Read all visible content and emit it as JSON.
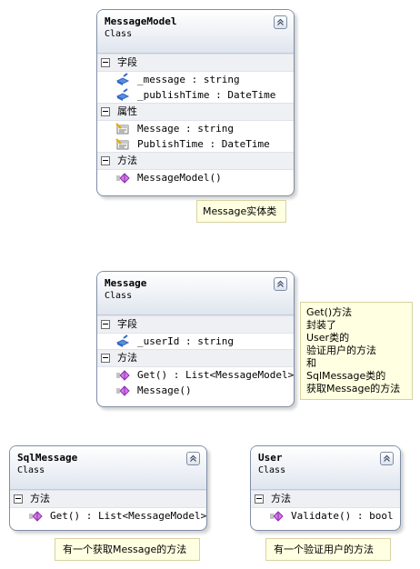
{
  "classes": {
    "messagemodel": {
      "name": "MessageModel",
      "kind": "Class",
      "sections": {
        "fields": {
          "title": "字段",
          "members": [
            "_message : string",
            "_publishTime : DateTime"
          ]
        },
        "properties": {
          "title": "属性",
          "members": [
            "Message : string",
            "PublishTime : DateTime"
          ]
        },
        "methods": {
          "title": "方法",
          "members": [
            "MessageModel()"
          ]
        }
      }
    },
    "message": {
      "name": "Message",
      "kind": "Class",
      "sections": {
        "fields": {
          "title": "字段",
          "members": [
            "_userId : string"
          ]
        },
        "methods": {
          "title": "方法",
          "members": [
            "Get() : List<MessageModel>",
            "Message()"
          ]
        }
      }
    },
    "sqlmessage": {
      "name": "SqlMessage",
      "kind": "Class",
      "sections": {
        "methods": {
          "title": "方法",
          "members": [
            "Get() : List<MessageModel>"
          ]
        }
      }
    },
    "user": {
      "name": "User",
      "kind": "Class",
      "sections": {
        "methods": {
          "title": "方法",
          "members": [
            "Validate() : bool"
          ]
        }
      }
    }
  },
  "notes": {
    "messagemodel": [
      "Message实体类"
    ],
    "message": [
      "Get()方法",
      "封装了",
      "User类的",
      "验证用户的方法",
      "和",
      "SqlMessage类的",
      "获取Message的方法"
    ],
    "sqlmessage": [
      "有一个获取Message的方法"
    ],
    "user": [
      "有一个验证用户的方法"
    ]
  },
  "icons": {
    "field": "field-icon",
    "property": "property-icon",
    "method": "method-icon",
    "collapse": "collapse-chevron-icon",
    "section_toggle": "section-collapse-icon"
  },
  "colors": {
    "class_border": "#7f8ea6",
    "note_background": "#ffffe1",
    "method_icon": "#b24bd1",
    "field_icon": "#2f67c9"
  }
}
